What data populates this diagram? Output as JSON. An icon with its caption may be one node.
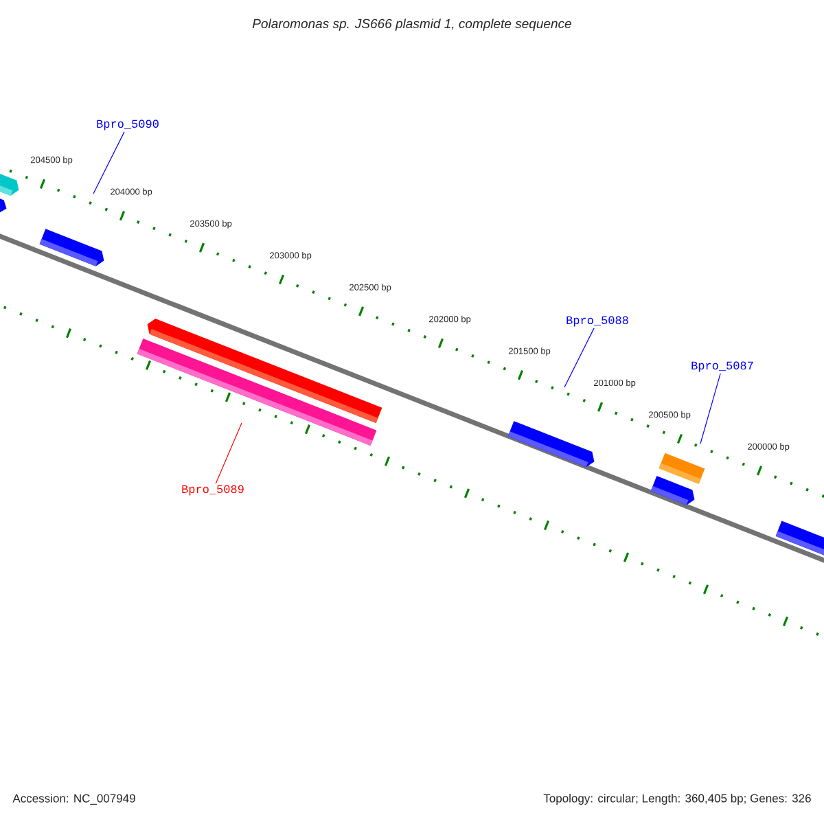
{
  "diagram": {
    "title": "Polaromonas sp. JS666 plasmid 1, complete sequence",
    "nodes": [
      {
        "text": [
          "Bpro_5090"
        ]
      },
      {
        "text": [
          "Bpro_5088"
        ]
      },
      {
        "text": [
          "Bpro_5087"
        ]
      },
      {
        "text": [
          "Bpro_5089"
        ]
      }
    ],
    "edges": [
      {
        "from": 0,
        "to": null,
        "arrow": "none"
      },
      {
        "from": 1,
        "to": null,
        "arrow": "none"
      },
      {
        "from": 2,
        "to": null,
        "arrow": "none"
      },
      {
        "from": 3,
        "to": null,
        "arrow": "none",
        "color": "#ff0000"
      }
    ],
    "labels": [
      "204500 bp",
      "204000 bp",
      "203500 bp",
      "203000 bp",
      "202500 bp",
      "202000 bp",
      "201500 bp",
      "201000 bp",
      "200500 bp",
      "200000 bp",
      "Accession: NC_007949",
      "Topology: circular; Length: 360,405 bp; Genes: 326"
    ]
  }
}
